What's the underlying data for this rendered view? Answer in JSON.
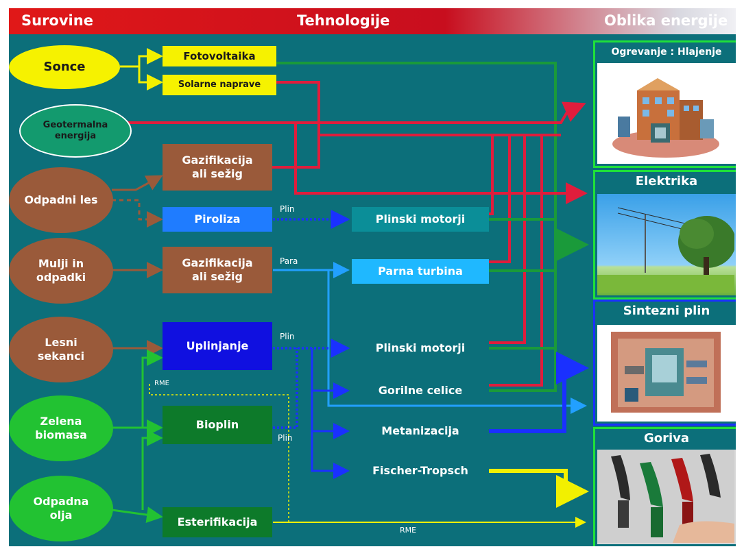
{
  "header": {
    "left": "Surovine",
    "center": "Tehnologije",
    "right": "Oblika energije"
  },
  "sources": {
    "sonce": "Sonce",
    "geotermalna": "Geotermalna\nenergija",
    "odpadni_les": "Odpadni les",
    "mulji": "Mulji in\nodpadki",
    "lesni": "Lesni\nsekanci",
    "zelena": "Zelena\nbiomasa",
    "olja": "Odpadna\nolja"
  },
  "technologies": {
    "fotovoltaika": "Fotovoltaika",
    "solarne": "Solarne naprave",
    "gazifikacija_1": "Gazifikacija\nali sežig",
    "piroliza": "Piroliza",
    "gazifikacija_2": "Gazifikacija\nali sežig",
    "uplinjanje": "Uplinjanje",
    "bioplin": "Bioplin",
    "esterifikacija": "Esterifikacija"
  },
  "conversions": {
    "plinski_1": "Plinski motorji",
    "parna": "Parna turbina",
    "plinski_2": "Plinski motorji",
    "gorilne": "Gorilne celice",
    "metanizacija": "Metanizacija",
    "fischer": "Fischer-Tropsch"
  },
  "flow_labels": {
    "plin_1": "Plin",
    "para": "Para",
    "plin_2": "Plin",
    "plin_3": "Plin",
    "rme_1": "RME",
    "rme_2": "RME"
  },
  "outputs": {
    "ogrevanje": "Ogrevanje : Hlajenje",
    "elektrika": "Elektrika",
    "sintezni": "Sintezni plin",
    "goriva": "Goriva"
  },
  "colors": {
    "background": "#0c6f7a",
    "header_red": "#e01818",
    "heat_line": "#e01d3c",
    "electricity_line": "#1a9a3a",
    "syngas_line": "#1a30ff",
    "fuel_line": "#f2f000",
    "steam_line": "#22a0ff",
    "wood_brown": "#9a5a3a",
    "biomass_green": "#22c232",
    "sun_yellow": "#f6f200"
  }
}
